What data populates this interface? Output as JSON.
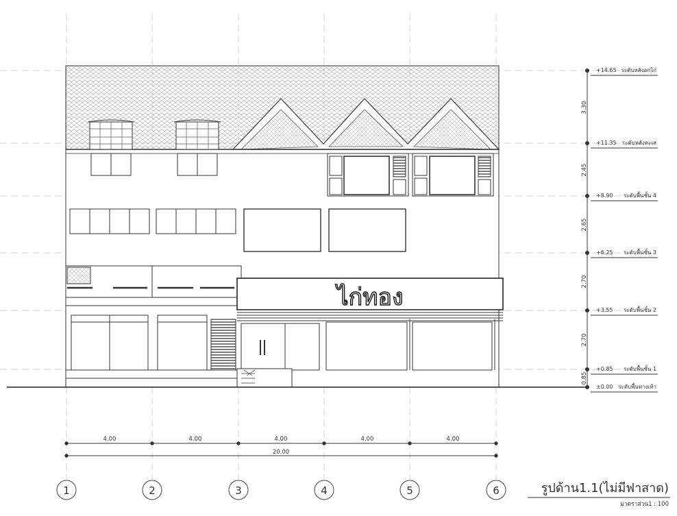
{
  "drawing": {
    "title": "รูปด้าน1.1(ไม่มีฟาสาด)",
    "scale_label": "มาตราส่วน1 : 100",
    "sign_text": "ไก่ทอง"
  },
  "levels": [
    {
      "value": "+14.65",
      "name": "ระดับหลังอกไก่"
    },
    {
      "value": "+11.35",
      "name": "ระดับหลังคะเส"
    },
    {
      "value": "+8.90",
      "name": "ระดับพื้นชั้น 4"
    },
    {
      "value": "+6.25",
      "name": "ระดับพื้นชั้น 3"
    },
    {
      "value": "+3.55",
      "name": "ระดับพื้นชั้น 2"
    },
    {
      "value": "+0.85",
      "name": "ระดับพื้นชั้น 1"
    },
    {
      "value": "±0.00",
      "name": "ระดับพื้นทางเท้า"
    }
  ],
  "vertical_dims": [
    "3.30",
    "2.45",
    "2.65",
    "2.70",
    "2.70",
    "0.85"
  ],
  "horizontal_dims": [
    "4.00",
    "4.00",
    "4.00",
    "4.00",
    "4.00"
  ],
  "total_dim": "20.00",
  "grid_labels": [
    "1",
    "2",
    "3",
    "4",
    "5",
    "6"
  ]
}
